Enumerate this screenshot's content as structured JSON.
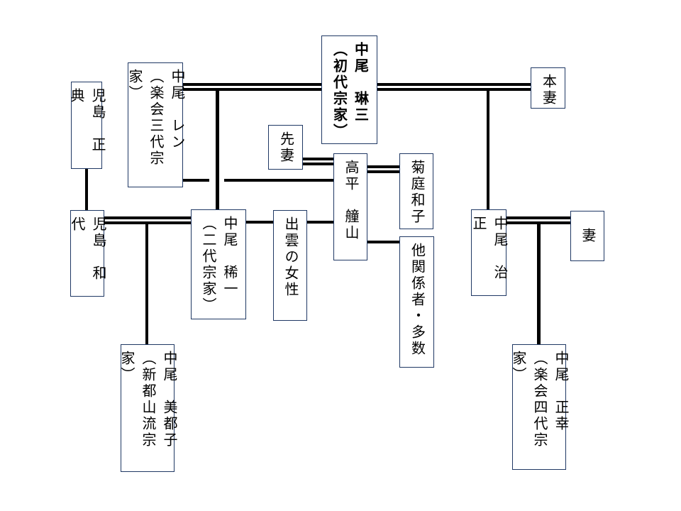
{
  "diagram": {
    "colors": {
      "background": "#ffffff",
      "box_border": "#1f3864",
      "line": "#000000",
      "text": "#000000"
    },
    "boxes": [
      {
        "id": "nakao-rinzo",
        "label": "中尾　琳三\n（初代宗家）",
        "bold": true
      },
      {
        "id": "honsai",
        "label": "本妻",
        "bold": false
      },
      {
        "id": "nakao-ren",
        "label": "中尾　レン\n（楽会三代宗家）",
        "bold": false
      },
      {
        "id": "kojima-masanori",
        "label": "児島　正典",
        "bold": false
      },
      {
        "id": "senzai",
        "label": "先妻",
        "bold": false
      },
      {
        "id": "takahira-dozan",
        "label": "高平　艟山",
        "bold": false
      },
      {
        "id": "kikuniwa-kazuko",
        "label": "菊庭和子",
        "bold": false
      },
      {
        "id": "izumo-no-josei",
        "label": "出雲の女性",
        "bold": false
      },
      {
        "id": "ta-kankeisha-tasu",
        "label": "他関係者・多数",
        "bold": false
      },
      {
        "id": "kojima-kazuyo",
        "label": "児島　和代",
        "bold": false
      },
      {
        "id": "nakao-kiichi",
        "label": "中尾　稀一\n（二代宗家）",
        "bold": false
      },
      {
        "id": "nakao-harumasa",
        "label": "中尾　治正",
        "bold": false
      },
      {
        "id": "tsuma",
        "label": "妻",
        "bold": false
      },
      {
        "id": "nakao-mitsuko",
        "label": "中尾　美都子\n（新都山流宗家）",
        "bold": false
      },
      {
        "id": "nakao-masayuki",
        "label": "中尾　正幸\n（楽会四代宗家）",
        "bold": false
      }
    ],
    "edges": [
      {
        "type": "marriage",
        "between": [
          "nakao-ren",
          "nakao-rinzo"
        ]
      },
      {
        "type": "marriage",
        "between": [
          "nakao-rinzo",
          "honsai"
        ]
      },
      {
        "type": "marriage",
        "between": [
          "senzai",
          "takahira-dozan"
        ]
      },
      {
        "type": "marriage",
        "between": [
          "takahira-dozan",
          "kikuniwa-kazuko"
        ]
      },
      {
        "type": "marriage",
        "between": [
          "kojima-kazuyo",
          "nakao-kiichi"
        ]
      },
      {
        "type": "marriage",
        "between": [
          "nakao-harumasa",
          "tsuma"
        ]
      },
      {
        "type": "relation",
        "between": [
          "nakao-ren",
          "takahira-dozan"
        ]
      },
      {
        "type": "relation",
        "between": [
          "nakao-kiichi",
          "izumo-no-josei"
        ]
      },
      {
        "type": "relation",
        "between": [
          "izumo-no-josei",
          "takahira-dozan"
        ]
      },
      {
        "type": "relation",
        "between": [
          "takahira-dozan",
          "ta-kankeisha-tasu"
        ]
      },
      {
        "type": "descent",
        "between": [
          "kojima-masanori",
          "kojima-kazuyo"
        ]
      },
      {
        "type": "child",
        "parents": [
          "nakao-ren",
          "nakao-rinzo"
        ],
        "child": "nakao-kiichi"
      },
      {
        "type": "child",
        "parents": [
          "nakao-rinzo",
          "honsai"
        ],
        "child": "nakao-harumasa"
      },
      {
        "type": "child",
        "parents": [
          "kojima-kazuyo",
          "nakao-kiichi"
        ],
        "child": "nakao-mitsuko"
      },
      {
        "type": "child",
        "parents": [
          "nakao-harumasa",
          "tsuma"
        ],
        "child": "nakao-masayuki"
      }
    ]
  }
}
